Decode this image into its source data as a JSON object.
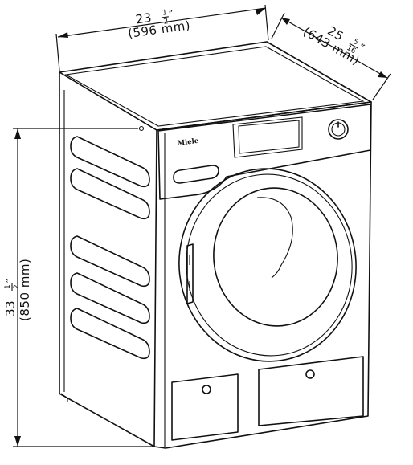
{
  "brand_logo": "Miele",
  "dimensions": {
    "width": {
      "whole": "23",
      "num": "1",
      "den": "2",
      "inch": "″",
      "metric": "(596 mm)"
    },
    "depth": {
      "whole": "25",
      "num": "5",
      "den": "16",
      "inch": "″",
      "metric": "(643 mm)"
    },
    "height": {
      "whole": "33",
      "num": "1",
      "den": "2",
      "inch": "″",
      "metric": "(850 mm)"
    }
  },
  "colors": {
    "line": "#111111",
    "background": "#ffffff"
  }
}
